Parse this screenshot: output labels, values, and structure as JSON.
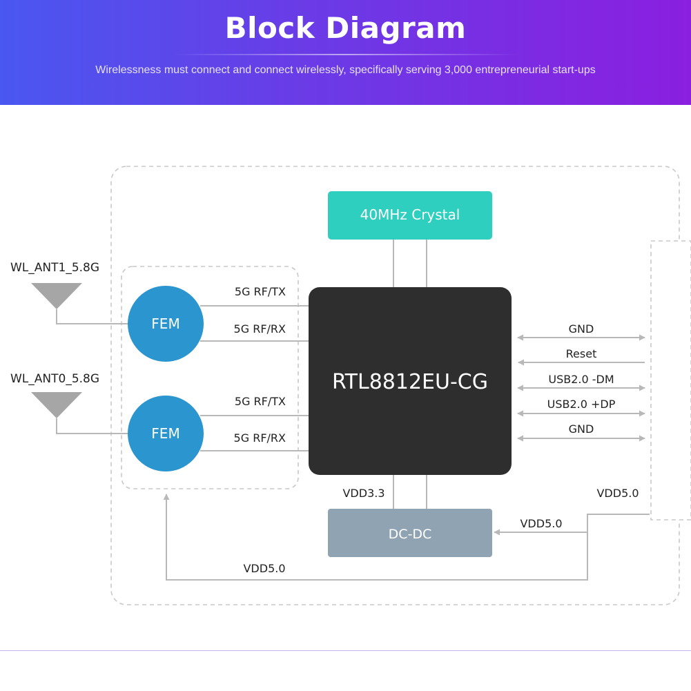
{
  "header": {
    "title": "Block Diagram",
    "subtitle": "Wirelessness must connect and connect wirelessly, specifically serving 3,000 entrepreneurial start-ups"
  },
  "diagram": {
    "crystal": "40MHz Crystal",
    "chip": "RTL8812EU-CG",
    "dcdc": "DC-DC",
    "antennas": {
      "ant1": "WL_ANT1_5.8G",
      "ant0": "WL_ANT0_5.8G"
    },
    "fem_top": "FEM",
    "fem_bottom": "FEM",
    "rf": {
      "top_tx": "5G RF/TX",
      "top_rx": "5G RF/RX",
      "bottom_tx": "5G RF/TX",
      "bottom_rx": "5G RF/RX"
    },
    "pins": {
      "gnd_top": "GND",
      "reset": "Reset",
      "usb_dm": "USB2.0 -DM",
      "usb_dp": "USB2.0 +DP",
      "gnd_bottom": "GND"
    },
    "power": {
      "vdd33": "VDD3.3",
      "vdd50_right": "VDD5.0",
      "vdd50_dcdc": "VDD5.0",
      "vdd50_bottom": "VDD5.0"
    },
    "colors": {
      "crystal": "#2ecfbf",
      "chip": "#2e2e2e",
      "dcdc": "#8fa3b3",
      "fem": "#2b95cf",
      "antenna": "#a6a6a6",
      "line": "#b8b8b8",
      "dash": "#c8c8c8",
      "label": "#222222"
    }
  }
}
